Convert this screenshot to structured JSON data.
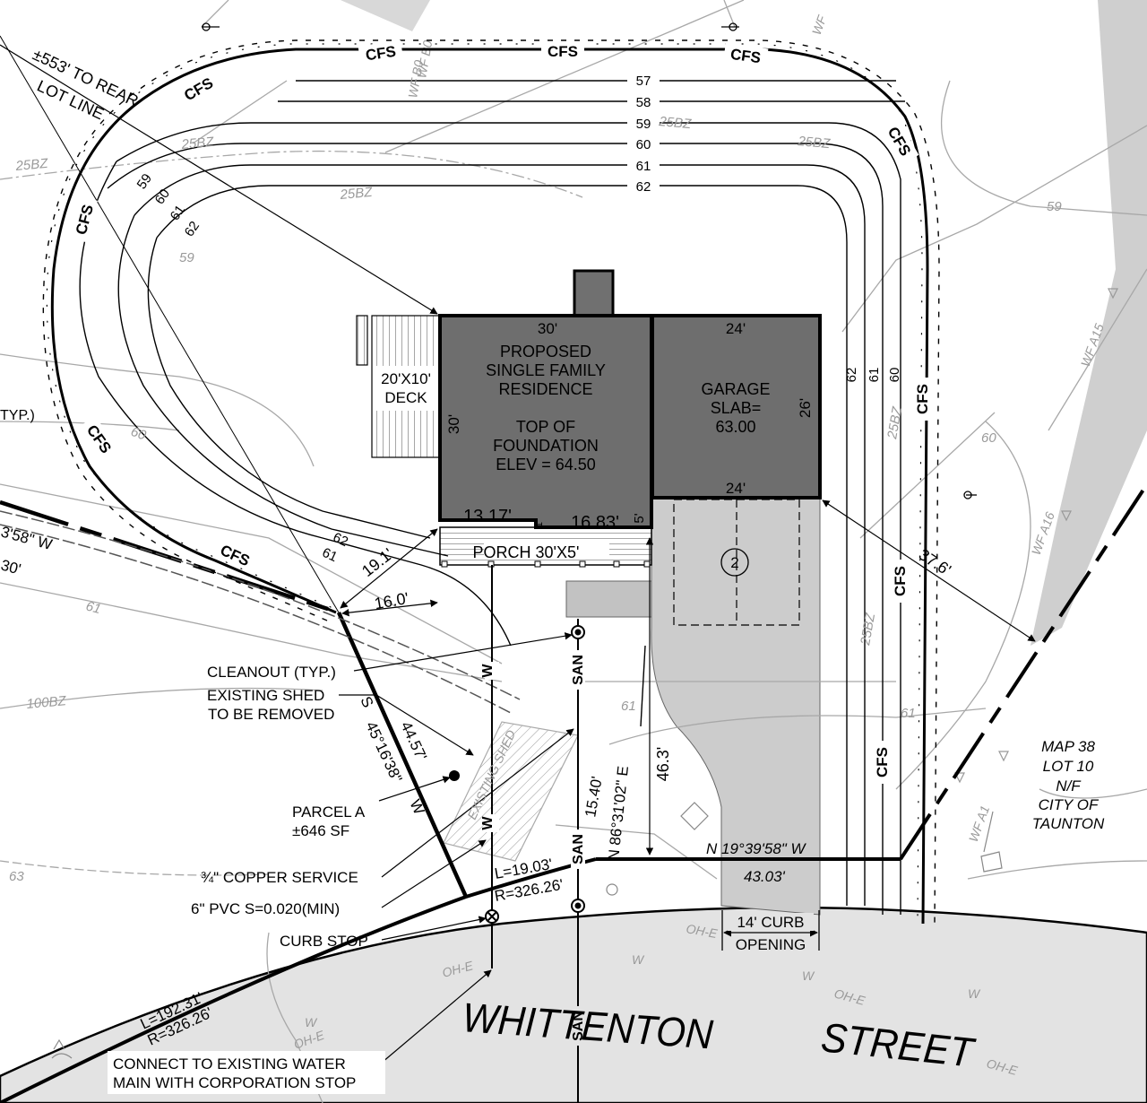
{
  "cfs_label": "CFS",
  "contours": {
    "c57": "57",
    "c58": "58",
    "c59": "59",
    "c60": "60",
    "c61": "61",
    "c62": "62",
    "grey59": "59",
    "grey60": "60",
    "grey61": "61",
    "grey63": "63"
  },
  "soil_labels": {
    "s1": "25BZ",
    "s2": "25BZ",
    "s3": "25BZ",
    "s4": "25BZ",
    "s5": "100BZ",
    "s6": "25BZ",
    "s7": "25BZ",
    "s8": "25BZ"
  },
  "wetland_flags": {
    "f1": "WF B0",
    "f2": "WF B0",
    "f3": "WF A15",
    "f4": "WF A16",
    "f5": "WF A1",
    "f6": "WF"
  },
  "rear_lot_line": {
    "line1": "±553' TO REAR",
    "line2": "LOT LINE"
  },
  "residence": {
    "top_dim": "30'",
    "side_dim": "30'",
    "title1": "PROPOSED",
    "title2": "SINGLE FAMILY",
    "title3": "RESIDENCE",
    "found1": "TOP OF",
    "found2": "FOUNDATION",
    "found3": "ELEV = 64.50",
    "dim_left": "13.17'",
    "dim_right": "16.83'",
    "dim_offset": "1'",
    "dim_porch": "5'"
  },
  "garage": {
    "top_dim": "24'",
    "label1": "GARAGE",
    "label2": "SLAB=",
    "label3": "63.00",
    "side_dim": "26'",
    "bottom_dim": "24'"
  },
  "deck": {
    "label1": "20'X10'",
    "label2": "DECK"
  },
  "porch": {
    "label": "PORCH 30'X5'"
  },
  "parking_space_number": "2",
  "setbacks": {
    "d1": "19.1'",
    "d2": "16.0'",
    "d3": "37.6'",
    "d4": "46.3'"
  },
  "bounds": {
    "b1": "3'58\" W",
    "b2": "30'",
    "b3": "S",
    "b4": "45°16'38\"",
    "b5": "W",
    "b6": "44.57'",
    "b7": "15.40'",
    "b8": "N 86°31'02\" E",
    "b9": "N  19°39'58\"  W",
    "b10": "43.03'",
    "b11": "L=19.03'",
    "b12": "R=326.26'",
    "b13": "L=192.31'",
    "b14": "R=326.26'"
  },
  "utilities": {
    "water": "W",
    "sewer": "SAN",
    "overhead": "OH-E",
    "typ": "TYP.)"
  },
  "callouts": {
    "cleanout": "CLEANOUT (TYP.)",
    "shed1": "EXISTING SHED",
    "shed2": "TO BE REMOVED",
    "parcel1": "PARCEL A",
    "parcel2": "±646 SF",
    "copper": "¾\" COPPER SERVICE",
    "pvc": "6\" PVC S=0.020(MIN)",
    "curb_stop": "CURB STOP",
    "connect1": "CONNECT TO EXISTING WATER",
    "connect2": "MAIN WITH CORPORATION STOP",
    "existing_shed_inside": "EXISTING SHED"
  },
  "curb_opening": {
    "line1": "14' CURB",
    "line2": "OPENING"
  },
  "street": {
    "word1": "WHITTENTON",
    "word2": "STREET"
  },
  "abutter": {
    "line1": "MAP 38",
    "line2": "LOT 10",
    "line3": "N/F",
    "line4": "CITY OF",
    "line5": "TAUNTON"
  }
}
